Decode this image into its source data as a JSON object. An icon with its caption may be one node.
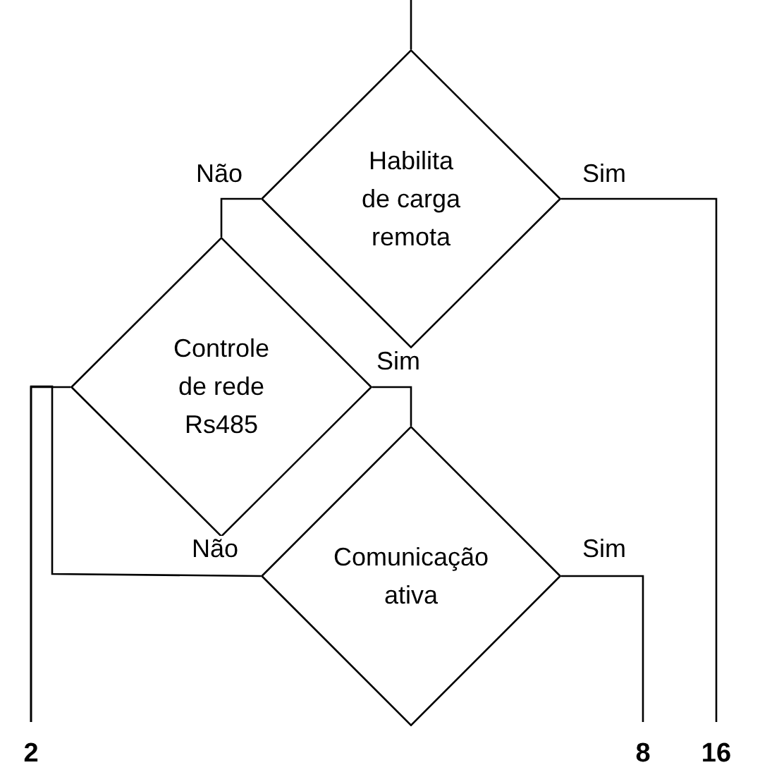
{
  "diagram": {
    "nodes": [
      {
        "text": [
          "Habilita de carga remota"
        ]
      },
      {
        "text": [
          "Controle de rede Rs485"
        ]
      },
      {
        "text": [
          "Comunicação ativa"
        ]
      },
      {
        "text": [
          "2"
        ]
      },
      {
        "text": [
          "8"
        ]
      },
      {
        "text": [
          "16"
        ]
      }
    ],
    "edges": [
      {
        "from": null,
        "to": 0,
        "arrow": "none"
      },
      {
        "from": 0,
        "to": 1,
        "arrow": "none",
        "label": "Não"
      },
      {
        "from": 0,
        "to": 5,
        "arrow": "none",
        "label": "Sim"
      },
      {
        "from": 1,
        "to": 3,
        "arrow": "none"
      },
      {
        "from": 1,
        "to": 2,
        "arrow": "none",
        "label": "Sim"
      },
      {
        "from": 2,
        "to": 3,
        "arrow": "none",
        "label": "Não"
      },
      {
        "from": 2,
        "to": 4,
        "arrow": "none",
        "label": "Sim"
      }
    ]
  }
}
